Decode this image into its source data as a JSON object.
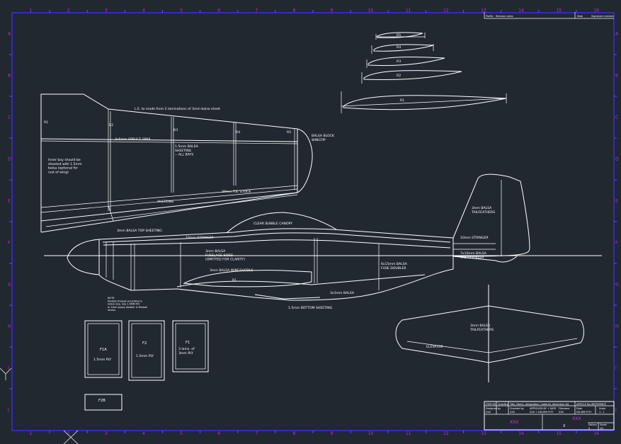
{
  "grid": {
    "columns": [
      "1",
      "2",
      "3",
      "4",
      "5",
      "6",
      "7",
      "8",
      "9",
      "10",
      "11",
      "12",
      "13",
      "14",
      "15",
      "16"
    ],
    "rows": [
      "A",
      "B",
      "C",
      "D",
      "E",
      "F",
      "G",
      "H",
      "I",
      "J"
    ]
  },
  "labels": {
    "le_note": "L.E. to made from 2 laminations of 3mm balsa sheet",
    "r1": "R1",
    "r2": "R2",
    "r3": "R3",
    "r4": "R4",
    "r5": "R5",
    "spar": "3x5mm SPRUCE SPAR",
    "balsa_block": "BALSA BLOCK\nWINGTIP",
    "inner_bay": "Inner bay should be\nsheeted with 1.5mm\nbalsa (optional for\nrest of wing)",
    "sheeting_all_bays": "1.5mm BALSA\nSHEETING\n-- ALL BAYS",
    "te_stock": "30mm T.E. STOCK",
    "ailerons": "AILERONS",
    "top_sheeting": "3mm BALSA TOP SHEETING",
    "clear_canopy": "CLEAR BUBBLE CANOPY",
    "stringer_fwd": "10mm STRINGER",
    "stringer_aft": "10mm STRINGER",
    "fuselage_sides": "3mm BALSA\nFUSELAGE SIDES\n(OMITTED FOR CLARITY)",
    "wingsaddle": "3mm BALSA WINGSADDLE",
    "fuse_doubler": "6x15mm BALSA\nFUSE DOUBLER",
    "tail_doubler": "7x10mm BALSA\nTAIL DOUBLER",
    "tailfeathers_fin": "3mm BALSA\nTAILFEATHERS",
    "keel": "3x3mm BALSA",
    "bottom_sheeting": "1.5mm BOTTOM SHEETING",
    "r1_inner": "R1",
    "note": "NOTE:\nPosition firewall according to\nmotor size. Use 1.5MM PLY\nor 2mm epoxy doubler in firewall\nrecess",
    "f1a_title": "F1A",
    "f1a_mat": "1.5mm PLY",
    "f2_title": "F2",
    "f2_mat": "1.5mm PLY",
    "f1_title": "F1",
    "f1_mat": "3 lams. of\n3mm PLY",
    "f2b_title": "F2B",
    "tailfeathers_elev": "3mm BALSA\nTAILFEATHERS",
    "elevator": "ELEVATOR",
    "rib_r1": "R1",
    "rib_r2": "R2",
    "rib_r3": "R3",
    "rib_r4": "R4",
    "rib_r5": "R5"
  },
  "title_block": {
    "top_profile": "Profile",
    "top_revision": "Revision notes",
    "top_date": "Date",
    "top_signature": "Signature checked",
    "item_no": "ITEM NO",
    "quantity": "Quantity",
    "title_desc": "Title, Name, designation, material, dimension etc",
    "article": "ARTICLE No./REFERENCE",
    "designed_by": "Designed by",
    "designed_val": "XXX",
    "checked_by": "Checked by",
    "checked_val": "XXX",
    "approved": "APPROVED BY + DATE",
    "approved_val": "XXX + DD-MM-YYYY",
    "filename": "Filename",
    "filename_val": "XXX",
    "date": "Date",
    "date_val": "DD-MM-YYYY",
    "scale": "Scale",
    "scale_val": "1 : 1",
    "big1": "XXX",
    "big2": "XXX",
    "x_mark": "X",
    "edition": "Edition",
    "edition_val": "0",
    "sheet": "Sheet",
    "sheet_val": "1/1"
  }
}
